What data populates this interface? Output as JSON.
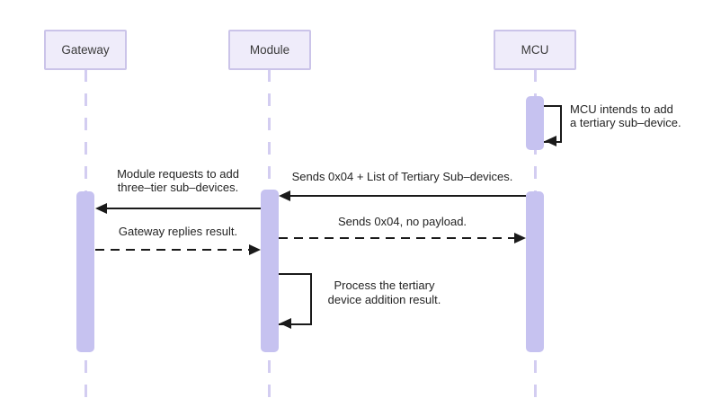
{
  "diagram": {
    "type": "sequence-diagram",
    "background": "#ffffff",
    "colors": {
      "actor_fill": "#efecfa",
      "actor_border": "#cbc4e9",
      "activation_fill": "#c6c2f0",
      "lifeline": "#d3cdf1",
      "arrow": "#1a1a1a",
      "text": "#242424"
    },
    "actors": [
      {
        "id": "gateway",
        "label": "Gateway"
      },
      {
        "id": "module",
        "label": "Module"
      },
      {
        "id": "mcu",
        "label": "MCU"
      }
    ],
    "messages": [
      {
        "id": "mcu-self-intent",
        "kind": "self",
        "from": "MCU",
        "to": "MCU",
        "line_style": "solid",
        "lines": [
          "MCU intends to add",
          "a tertiary sub–device."
        ]
      },
      {
        "id": "mcu-to-module-request",
        "kind": "message",
        "from": "MCU",
        "to": "Module",
        "line_style": "solid",
        "lines": [
          "Sends 0x04 + List of Tertiary Sub–devices."
        ]
      },
      {
        "id": "module-to-gateway-request",
        "kind": "message",
        "from": "Module",
        "to": "Gateway",
        "line_style": "solid",
        "lines": [
          "Module requests to add",
          "three–tier sub–devices."
        ]
      },
      {
        "id": "module-to-mcu-reply",
        "kind": "message",
        "from": "Module",
        "to": "MCU",
        "line_style": "dashed",
        "lines": [
          "Sends 0x04, no payload."
        ]
      },
      {
        "id": "gateway-to-module-reply",
        "kind": "message",
        "from": "Gateway",
        "to": "Module",
        "line_style": "dashed",
        "lines": [
          "Gateway replies result."
        ]
      },
      {
        "id": "module-self-process",
        "kind": "self",
        "from": "Module",
        "to": "Module",
        "line_style": "solid",
        "lines": [
          "Process the tertiary",
          "device addition result."
        ]
      }
    ]
  }
}
